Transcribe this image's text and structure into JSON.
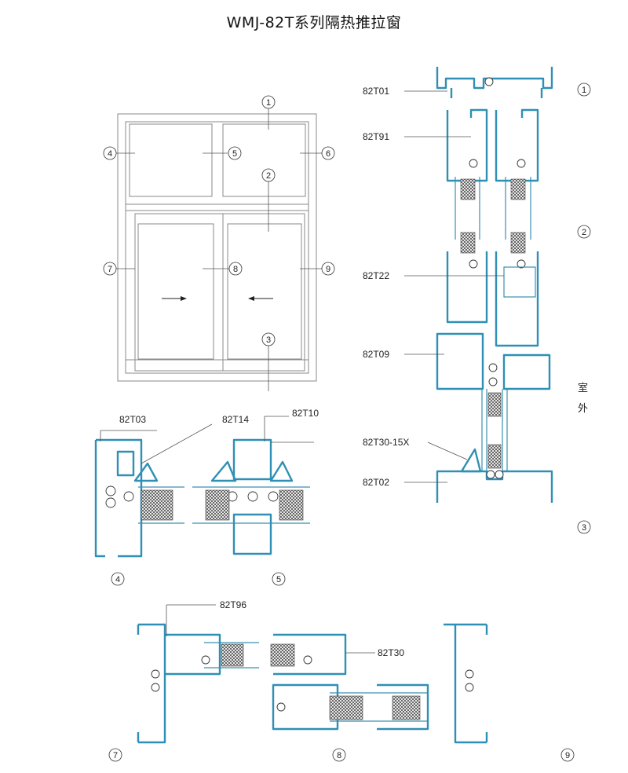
{
  "title": "WMJ-82T系列隔热推拉窗",
  "outdoor_label": [
    "室",
    "外"
  ],
  "callouts": [
    "1",
    "2",
    "3",
    "4",
    "5",
    "6",
    "7",
    "8",
    "9"
  ],
  "parts": {
    "p82T01": "82T01",
    "p82T91": "82T91",
    "p82T22": "82T22",
    "p82T09": "82T09",
    "p82T30_15X": "82T30-15X",
    "p82T02": "82T02",
    "p82T03": "82T03",
    "p82T14": "82T14",
    "p82T10": "82T10",
    "p82T96": "82T96",
    "p82T30": "82T30"
  },
  "section_labels": {
    "s4": "4",
    "s5": "5",
    "s7": "7",
    "s8": "8",
    "s9": "9",
    "v1": "1",
    "v2": "2",
    "v3": "3"
  },
  "colors": {
    "profile": "#2f8fb5",
    "frame": "#8a8a8a"
  }
}
